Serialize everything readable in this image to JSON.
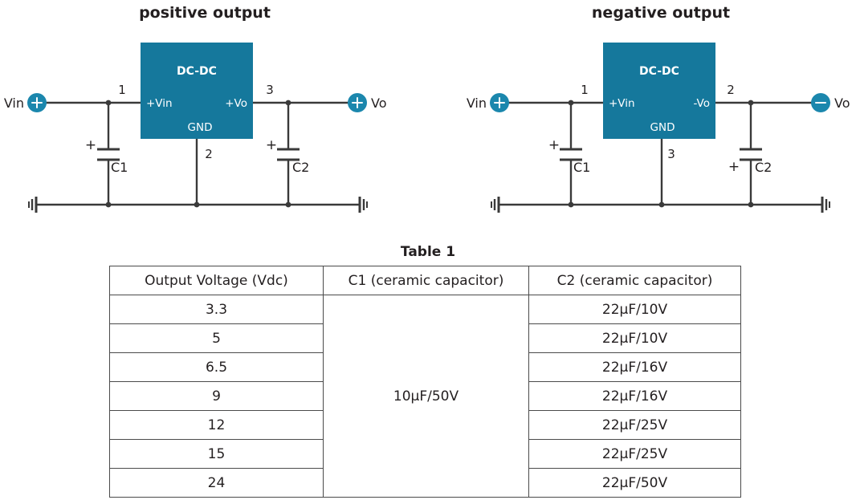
{
  "diagrams": [
    {
      "id": "positive",
      "title": "positive output",
      "chip_label": "DC-DC",
      "pins": {
        "input": "+Vin",
        "output": "+Vo",
        "ground": "GND"
      },
      "pin_numbers": {
        "input": "1",
        "output": "3",
        "ground": "2"
      },
      "input_terminal": {
        "label": "Vin",
        "polarity": "plus",
        "icon": "plus-terminal-icon"
      },
      "output_terminal": {
        "label": "Vo",
        "polarity": "plus",
        "icon": "plus-terminal-icon"
      },
      "capacitors": [
        {
          "ref": "C1",
          "polarity_sign": "+",
          "polarity_side": "top"
        },
        {
          "ref": "C2",
          "polarity_sign": "+",
          "polarity_side": "top"
        }
      ]
    },
    {
      "id": "negative",
      "title": "negative output",
      "chip_label": "DC-DC",
      "pins": {
        "input": "+Vin",
        "output": "-Vo",
        "ground": "GND"
      },
      "pin_numbers": {
        "input": "1",
        "output": "2",
        "ground": "3"
      },
      "input_terminal": {
        "label": "Vin",
        "polarity": "plus",
        "icon": "plus-terminal-icon"
      },
      "output_terminal": {
        "label": "Vo",
        "polarity": "minus",
        "icon": "minus-terminal-icon"
      },
      "capacitors": [
        {
          "ref": "C1",
          "polarity_sign": "+",
          "polarity_side": "top"
        },
        {
          "ref": "C2",
          "polarity_sign": "+",
          "polarity_side": "bottom"
        }
      ]
    }
  ],
  "table": {
    "title": "Table 1",
    "headers": [
      "Output Voltage (Vdc)",
      "C1 (ceramic capacitor)",
      "C2 (ceramic capacitor)"
    ],
    "c1_value": "10µF/50V",
    "rows": [
      {
        "voltage": "3.3",
        "c2": "22µF/10V"
      },
      {
        "voltage": "5",
        "c2": "22µF/10V"
      },
      {
        "voltage": "6.5",
        "c2": "22µF/16V"
      },
      {
        "voltage": "9",
        "c2": "22µF/16V"
      },
      {
        "voltage": "12",
        "c2": "22µF/25V"
      },
      {
        "voltage": "15",
        "c2": "22µF/25V"
      },
      {
        "voltage": "24",
        "c2": "22µF/50V"
      }
    ]
  },
  "colors": {
    "chip_fill": "#15789c",
    "terminal_fill": "#1b87ad",
    "wire": "#3a3a3a",
    "text": "#231f20"
  }
}
